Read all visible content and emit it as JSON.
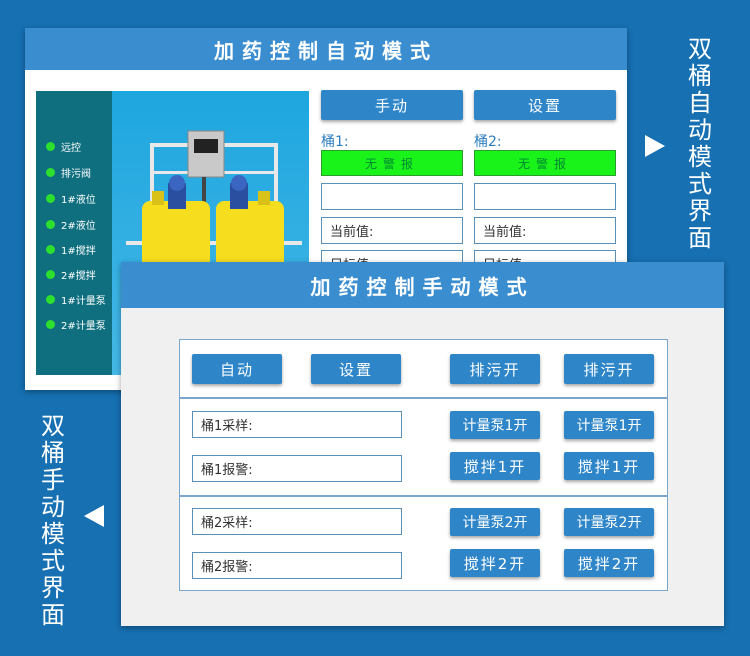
{
  "auto_panel": {
    "title": "加药控制自动模式",
    "indicators": [
      "远控",
      "排污阀",
      "1#液位",
      "2#液位",
      "1#搅拌",
      "2#搅拌",
      "1#计量泵",
      "2#计量泵"
    ],
    "btn_manual": "手动",
    "btn_settings": "设置",
    "bucket1_label": "桶1:",
    "bucket2_label": "桶2:",
    "alarm1": "无警报",
    "alarm2": "无警报",
    "current_value_1": "当前值:",
    "current_value_2": "当前值:",
    "target_value_1": "目标值:",
    "target_value_2": "目标值:"
  },
  "manual_panel": {
    "title": "加药控制手动模式",
    "btn_auto": "自动",
    "btn_settings": "设置",
    "btn_drain_1": "排污开",
    "btn_drain_2": "排污开",
    "bucket1_sample": "桶1采样:",
    "bucket1_alarm": "桶1报警:",
    "bucket2_sample": "桶2采样:",
    "bucket2_alarm": "桶2报警:",
    "btn_pump1_a": "计量泵1开",
    "btn_pump1_b": "计量泵1开",
    "btn_stir1_a": "搅拌1开",
    "btn_stir1_b": "搅拌1开",
    "btn_pump2_a": "计量泵2开",
    "btn_pump2_b": "计量泵2开",
    "btn_stir2_a": "搅拌2开",
    "btn_stir2_b": "搅拌2开"
  },
  "captions": {
    "auto": "双桶自动模式界面",
    "manual": "双桶手动模式界面"
  },
  "colors": {
    "background": "#1670b2",
    "title_bar": "#3a8ed0",
    "button": "#2e86c8",
    "alarm_ok": "#19f319",
    "indicator_on": "#2ee02e"
  }
}
